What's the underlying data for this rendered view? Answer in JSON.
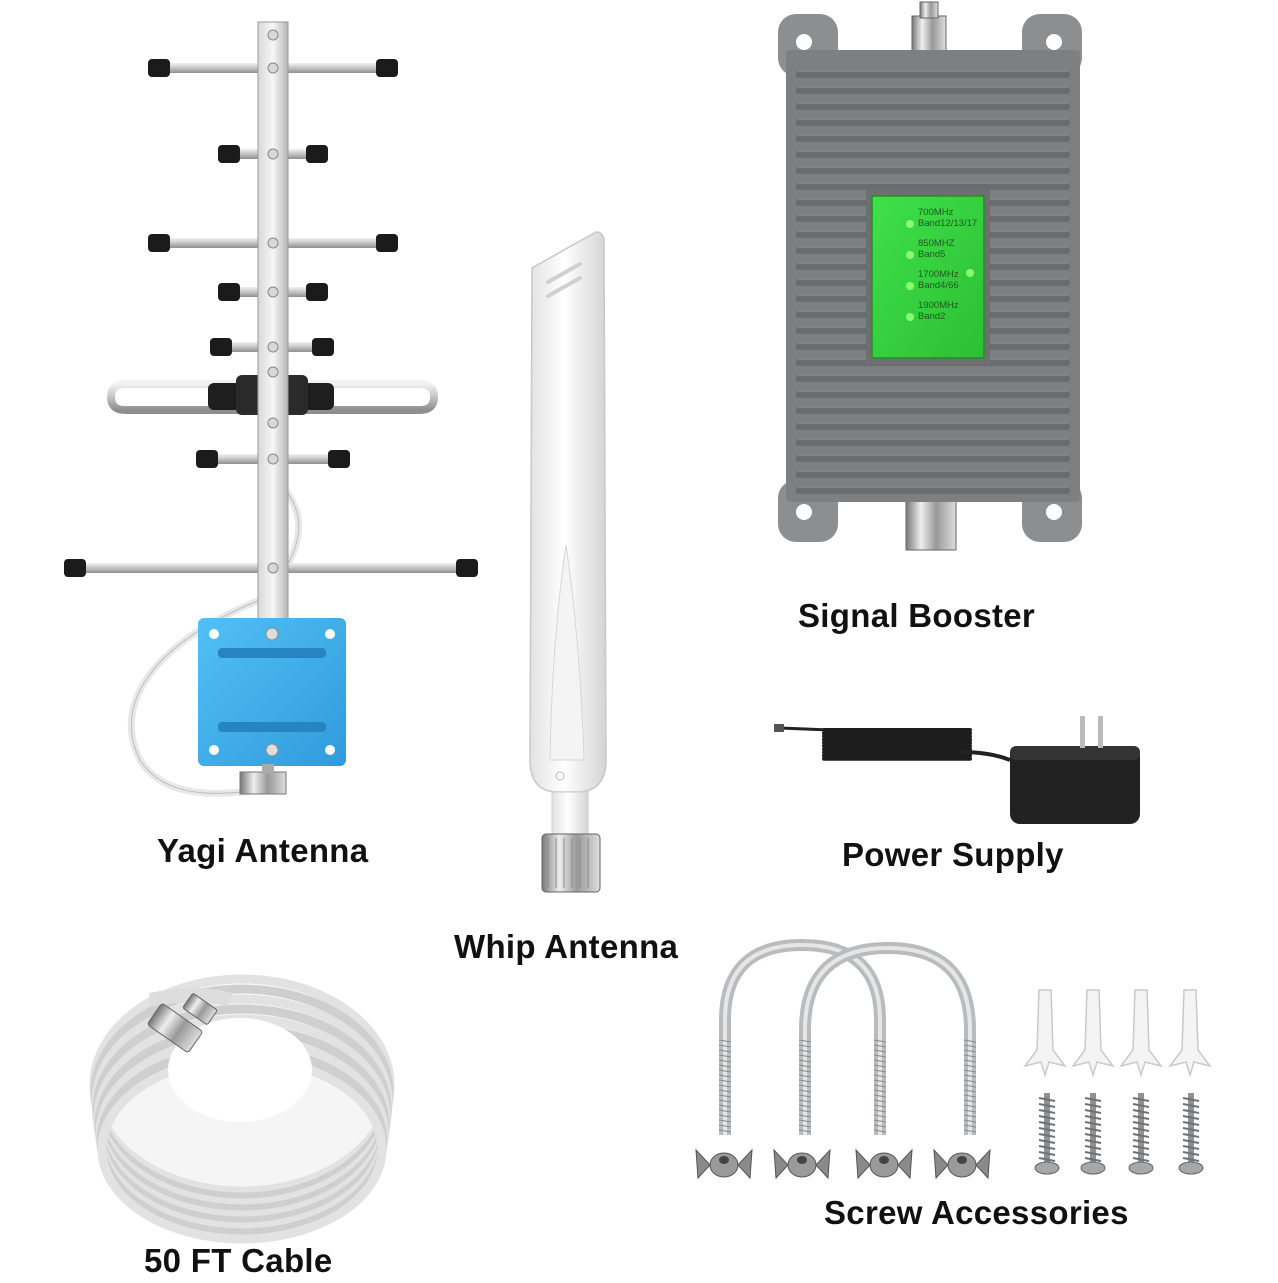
{
  "labels": {
    "yagi": "Yagi Antenna",
    "whip": "Whip Antenna",
    "booster": "Signal Booster",
    "power": "Power Supply",
    "cable": "50 FT Cable",
    "screws": "Screw Accessories"
  },
  "booster_panel": {
    "bands": [
      {
        "freq": "700MHz",
        "band": "Band12/13/17"
      },
      {
        "freq": "850MHZ",
        "band": "Band5"
      },
      {
        "freq": "1700MHz",
        "band": "Band4/66"
      },
      {
        "freq": "1900MHz",
        "band": "Band2"
      }
    ]
  },
  "colors": {
    "booster_body": "#7d7f80",
    "panel_green": "#37d23c",
    "led_green": "#4cff3a",
    "bracket_blue": "#3fb0ee",
    "cable_white": "#e9e9e9",
    "adapter_black": "#222222"
  }
}
